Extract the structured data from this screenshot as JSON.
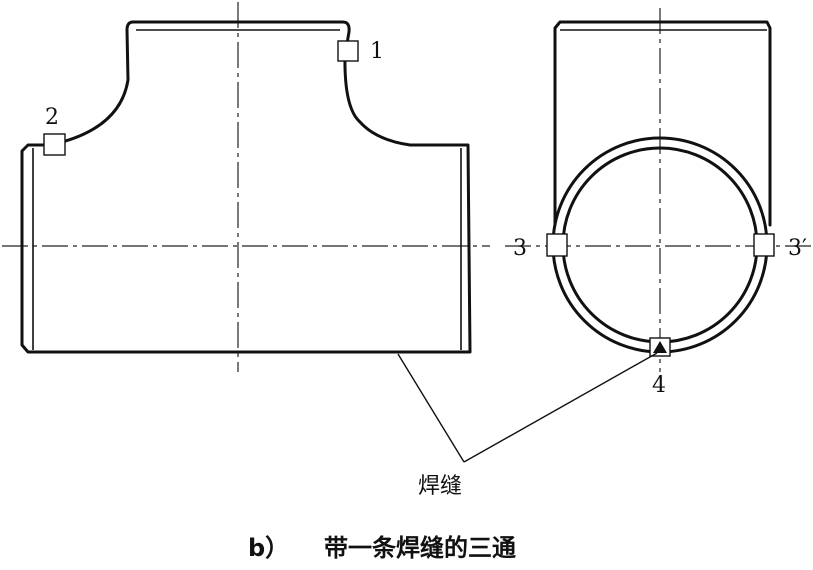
{
  "markers": {
    "m1": "1",
    "m2": "2",
    "m3": "3",
    "m3p": "3′",
    "m4": "4"
  },
  "weld_label": "焊缝",
  "caption": {
    "letter": "b）",
    "text": "带一条焊缝的三通"
  }
}
